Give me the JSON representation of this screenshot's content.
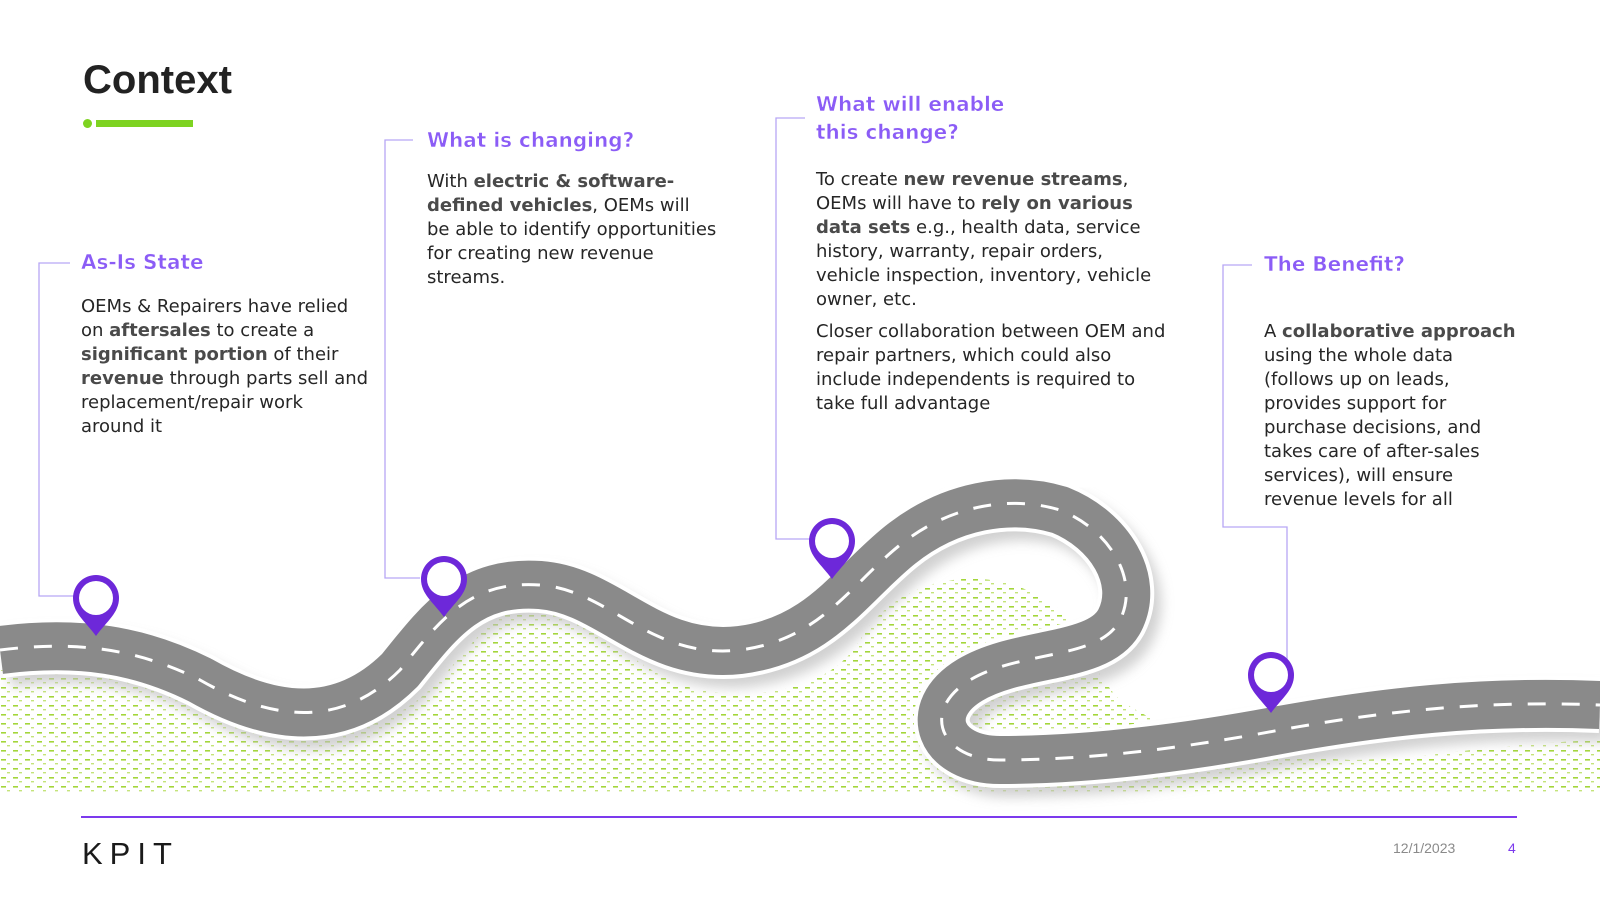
{
  "slide": {
    "title": "Context"
  },
  "colors": {
    "accent_purple": "#8b5cf6",
    "pin_purple": "#6d28d9",
    "accent_green": "#7ed321",
    "road_gray": "#8a8a8a",
    "text_dark": "#262626"
  },
  "sections": [
    {
      "heading": "As-Is State",
      "parts": [
        {
          "t": "OEMs & Repairers have relied on ",
          "b": false
        },
        {
          "t": "aftersales",
          "b": true
        },
        {
          "t": " to create a ",
          "b": false
        },
        {
          "t": "significant portion",
          "b": true
        },
        {
          "t": " of their ",
          "b": false
        },
        {
          "t": "revenue",
          "b": true
        },
        {
          "t": " through parts sell and replacement/repair work around it",
          "b": false
        }
      ]
    },
    {
      "heading": "What is changing?",
      "parts": [
        {
          "t": "With ",
          "b": false
        },
        {
          "t": "electric & software-defined vehicles",
          "b": true
        },
        {
          "t": ", OEMs will be able to identify opportunities for creating new revenue streams.",
          "b": false
        }
      ]
    },
    {
      "heading": "What will enable this change?",
      "parts": [
        {
          "t": "To create ",
          "b": false
        },
        {
          "t": "new revenue streams",
          "b": true
        },
        {
          "t": ", OEMs will have to ",
          "b": false
        },
        {
          "t": "rely on various data sets",
          "b": true
        },
        {
          "t": " e.g., health data, service history, warranty, repair orders, vehicle inspection, inventory, vehicle owner, etc.",
          "b": false
        }
      ],
      "parts2": [
        {
          "t": "Closer collaboration between OEM and repair partners, which could also include independents is required to take full advantage",
          "b": false
        }
      ]
    },
    {
      "heading": "The Benefit?",
      "parts": [
        {
          "t": "A ",
          "b": false
        },
        {
          "t": "collaborative approach",
          "b": true
        },
        {
          "t": " using the whole data (follows up on leads, provides support for purchase decisions, and takes care of after-sales services), will ensure revenue levels for all",
          "b": false
        }
      ]
    }
  ],
  "footer": {
    "logo": "KPIT",
    "date": "12/1/2023",
    "page": "4"
  },
  "icons": [
    "map-pin-icon",
    "winding-road-illustration"
  ]
}
